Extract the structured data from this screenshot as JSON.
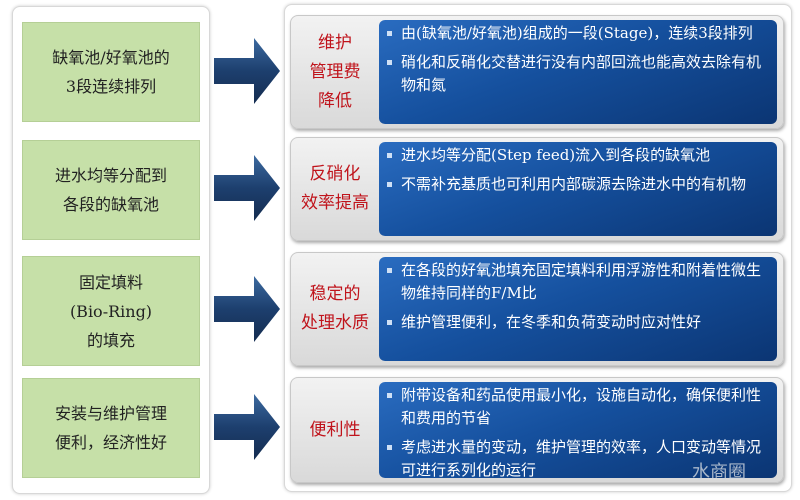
{
  "left_items": [
    {
      "lines": [
        "缺氧池/好氧池的",
        "3段连续排列"
      ]
    },
    {
      "lines": [
        "进水均等分配到",
        "各段的缺氧池"
      ]
    },
    {
      "lines": [
        "固定填料",
        "(Bio-Ring)",
        "的填充"
      ]
    },
    {
      "lines": [
        "安装与维护管理",
        "便利，经济性好"
      ]
    }
  ],
  "right_items": [
    {
      "label": [
        "维护",
        "管理费",
        "降低"
      ],
      "bullets": [
        "由(缺氧池/好氧池)组成的一段(Stage)，连续3段排列",
        "硝化和反硝化交替进行没有内部回流也能高效去除有机物和氮"
      ]
    },
    {
      "label": [
        "反硝化",
        "效率提高"
      ],
      "bullets": [
        "进水均等分配(Step feed)流入到各段的缺氧池",
        "不需补充基质也可利用内部碳源去除进水中的有机物"
      ]
    },
    {
      "label": [
        "稳定的",
        "处理水质"
      ],
      "bullets": [
        "在各段的好氧池填充固定填料利用浮游性和附着性微生物维持同样的F/M比",
        "维护管理便利，在冬季和负荷变动时应对性好"
      ]
    },
    {
      "label": [
        "便利性"
      ],
      "bullets": [
        "附带设备和药品使用最小化，设施自动化，确保便利性和费用的节省",
        "考虑进水量的变动，维护管理的效率，人口变动等情况可进行系列化的运行"
      ]
    }
  ],
  "watermark": "水商圈",
  "colors": {
    "green": "#c6e0a8",
    "blue": "#15509e",
    "red": "#c0141c",
    "arrow": "#1d3f6e"
  }
}
